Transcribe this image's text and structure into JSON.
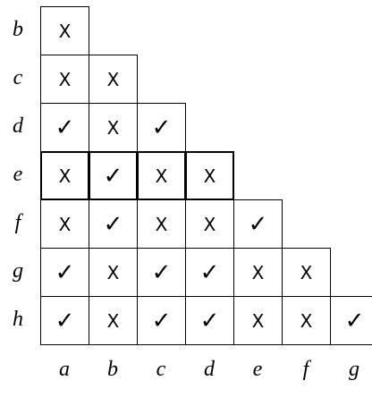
{
  "row_labels": [
    "b",
    "c",
    "d",
    "e",
    "f",
    "g",
    "h"
  ],
  "col_labels": [
    "a",
    "b",
    "c",
    "d",
    "e",
    "f",
    "g"
  ],
  "marks": {
    "check": "✓",
    "cross": "X"
  },
  "cells": [
    [
      "X"
    ],
    [
      "X",
      "X"
    ],
    [
      "✓",
      "X",
      "✓"
    ],
    [
      "X",
      "✓",
      "X",
      "X"
    ],
    [
      "X",
      "✓",
      "X",
      "X",
      "✓"
    ],
    [
      "✓",
      "X",
      "✓",
      "✓",
      "X",
      "X"
    ],
    [
      "✓",
      "X",
      "✓",
      "✓",
      "X",
      "X",
      "✓"
    ]
  ],
  "emphasized_row": "e"
}
